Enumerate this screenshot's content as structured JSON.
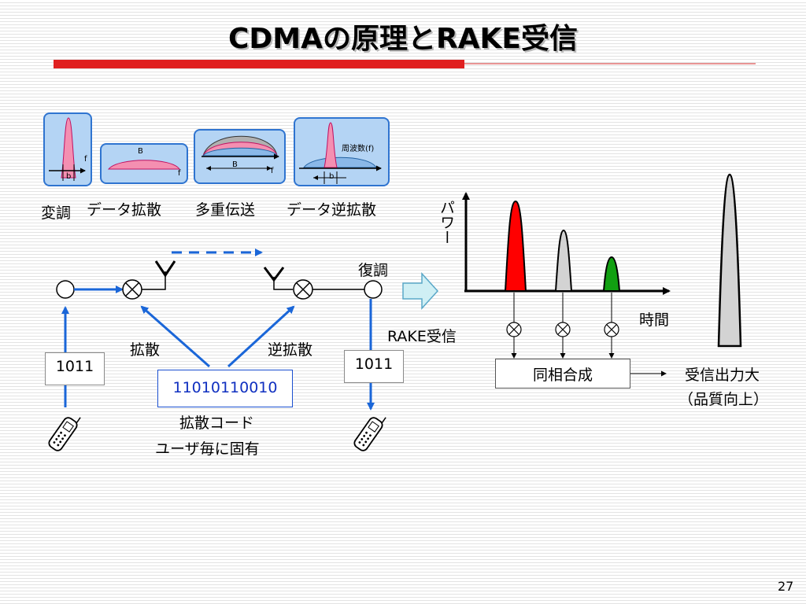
{
  "slide": {
    "title": "CDMAの原理とRAKE受信",
    "page_number": "27"
  },
  "stages": {
    "modulation": "変調",
    "spreading": "データ拡散",
    "multiplex": "多重伝送",
    "despreading": "データ逆拡散"
  },
  "spectrum": {
    "b_label": "b",
    "B_label": "B",
    "f_label": "f",
    "freq_label": "周波数(f)"
  },
  "system": {
    "demod": "復調",
    "spread": "拡散",
    "despread": "逆拡散",
    "data_tx": "1011",
    "data_rx": "1011",
    "code": "11010110010",
    "code_caption": "拡散コード",
    "code_caption2": "ユーザ毎に固有",
    "rake": "RAKE受信"
  },
  "rake": {
    "power": "パワー",
    "time": "時間",
    "combine": "同相合成",
    "output1": "受信出力大",
    "output2": "（品質向上）"
  },
  "colors": {
    "accent_red": "#e02020",
    "arrow_blue": "#1a66d8",
    "panel_border": "#2f74d0",
    "pink": "#f48fb1",
    "light_blue": "#8ab8e8",
    "peak_red": "#ff0000",
    "peak_gray": "#d3d3d3",
    "peak_green": "#11a011"
  }
}
